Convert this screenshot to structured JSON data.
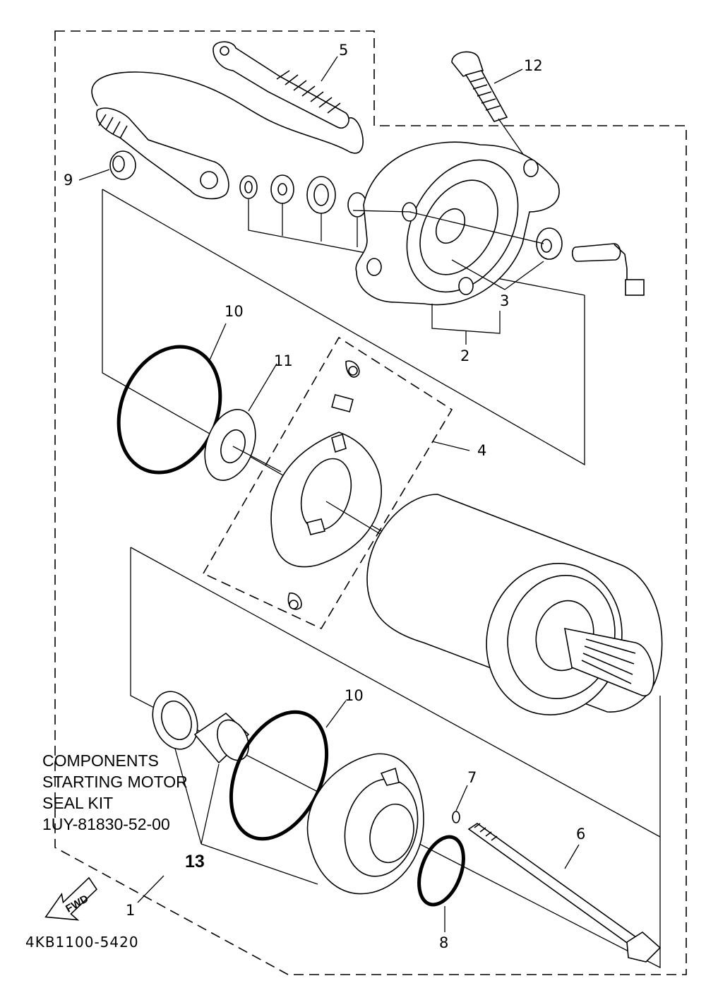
{
  "callouts": {
    "c1": "1",
    "c2": "2",
    "c3": "3",
    "c4": "4",
    "c5": "5",
    "c6": "6",
    "c7": "7",
    "c8": "8",
    "c9": "9",
    "c10a": "10",
    "c10b": "10",
    "c11": "11",
    "c12": "12",
    "c13": "13"
  },
  "kit_info": {
    "line1": "COMPONENTS",
    "line2": "STARTING MOTOR",
    "line3": "SEAL KIT",
    "part_number": "1UY-81830-52-00"
  },
  "fwd_arrow_label": "FWD",
  "drawing_code": "4KB1100-5420"
}
